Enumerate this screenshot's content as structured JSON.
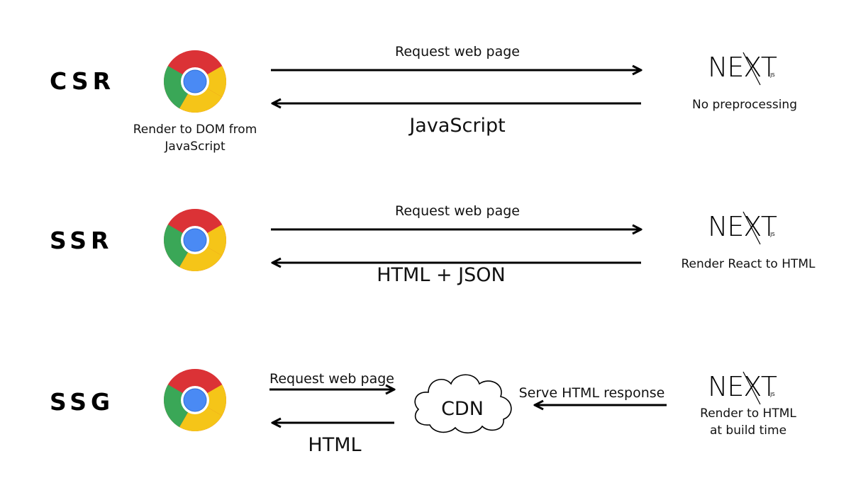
{
  "rows": {
    "csr": {
      "label": "CSR",
      "browser_caption_line1": "Render to DOM from",
      "browser_caption_line2": "JavaScript",
      "request_text": "Request web page",
      "response_text": "JavaScript",
      "server_caption": "No preprocessing"
    },
    "ssr": {
      "label": "SSR",
      "request_text": "Request web page",
      "response_text": "HTML + JSON",
      "server_caption": "Render React to HTML"
    },
    "ssg": {
      "label": "SSG",
      "request_text": "Request web page",
      "response_text": "HTML",
      "cdn_label": "CDN",
      "serve_text": "Serve HTML response",
      "server_caption_line1": "Render to HTML",
      "server_caption_line2": "at build time"
    }
  },
  "logo": {
    "next_main": "NEXT",
    "next_suffix": ".JS"
  },
  "icons": {
    "browser": "chrome-icon",
    "server": "nextjs-logo",
    "cdn": "cloud-icon"
  }
}
